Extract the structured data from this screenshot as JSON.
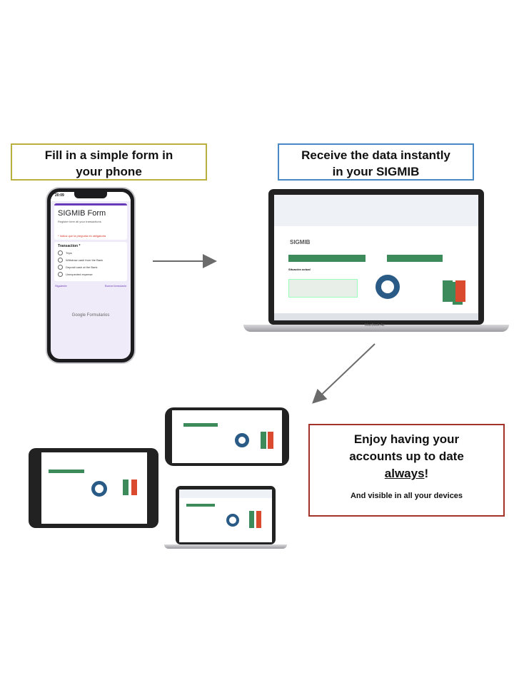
{
  "step1": {
    "line1": "Fill in a simple form in",
    "line2": "your phone"
  },
  "step2": {
    "line1": "Receive the data instantly",
    "line2": "in your SIGMIB"
  },
  "step3": {
    "line1": "Enjoy having your",
    "line2": "accounts up to date",
    "line3_word": "always",
    "line3_punct": "!",
    "subtitle": "And visible in all your devices"
  },
  "phone": {
    "time": "20:09",
    "form_title": "SIGMIB Form",
    "form_desc": "Register here all your transactions",
    "required_note": "* Indica que la pregunta es obligatoria",
    "question": "Transaction *",
    "options": [
      "Trips",
      "Withdraw cash from the Bank",
      "Deposit cash at the Bank",
      "Unexpected expense"
    ],
    "next_button": "Siguiente",
    "clear_button": "Borrar formulario",
    "footer": "Google Formularios"
  },
  "laptop": {
    "app_name": "SIGMIB",
    "section": "Situación actual",
    "device_label": "MacBook Air"
  },
  "colors": {
    "box1": "#b9b040",
    "box2": "#4a8ac4",
    "box3": "#a3332a",
    "accent_green": "#3d8b5a",
    "donut": "#2a5b86",
    "bar_red": "#d94a2e"
  }
}
